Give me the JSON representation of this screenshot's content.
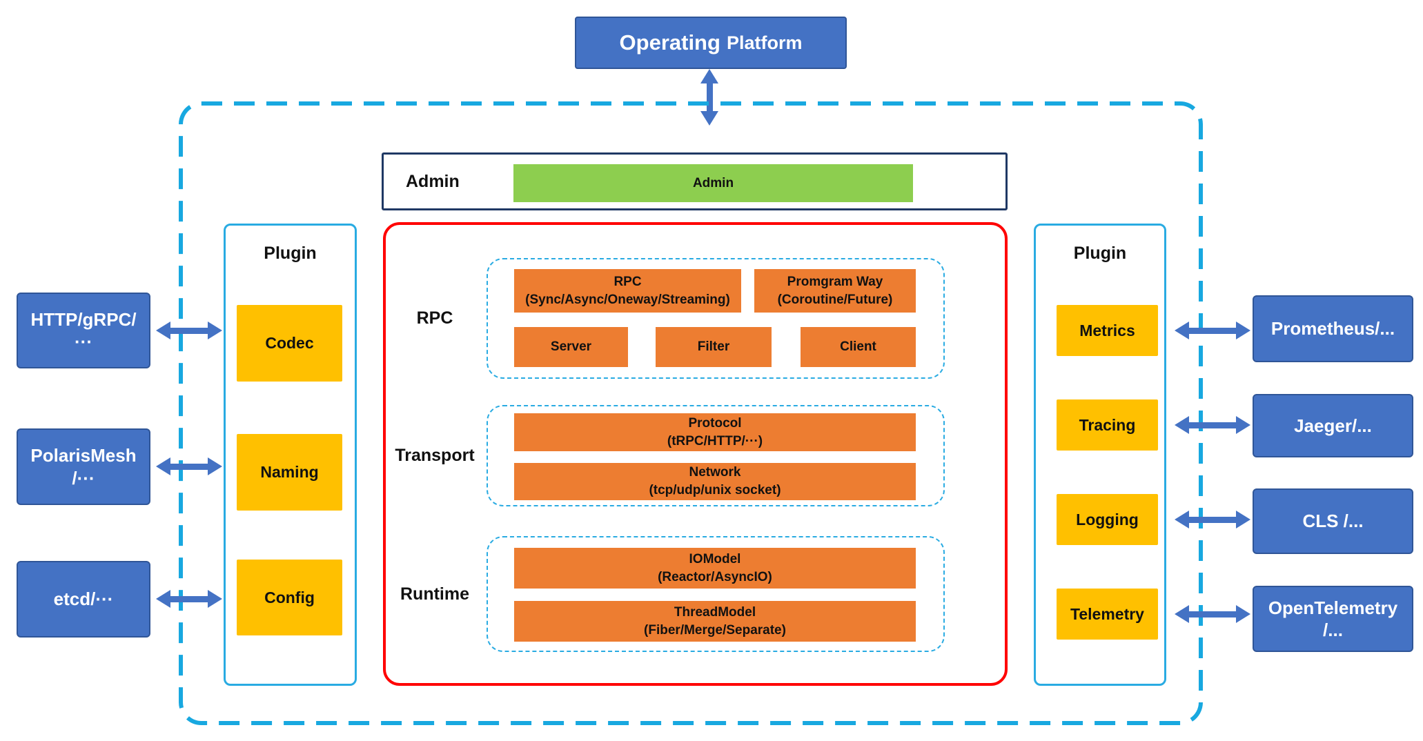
{
  "operating_platform": {
    "word1": "Operating",
    "word2": "Platform"
  },
  "admin": {
    "label": "Admin",
    "bar_label": "Admin"
  },
  "left_plugin": {
    "title": "Plugin",
    "items": [
      "Codec",
      "Naming",
      "Config"
    ]
  },
  "right_plugin": {
    "title": "Plugin",
    "items": [
      "Metrics",
      "Tracing",
      "Logging",
      "Telemetry"
    ]
  },
  "core": {
    "rpc": {
      "label": "RPC",
      "box_rpc": {
        "title": "RPC",
        "subtitle": "(Sync/Async/Oneway/Streaming)"
      },
      "box_program_way": {
        "title": "Promgram Way",
        "subtitle": "(Coroutine/Future)"
      },
      "box_server": "Server",
      "box_filter": "Filter",
      "box_client": "Client"
    },
    "transport": {
      "label": "Transport",
      "box_protocol": {
        "title": "Protocol",
        "subtitle": "(tRPC/HTTP/···)"
      },
      "box_network": {
        "title": "Network",
        "subtitle": "(tcp/udp/unix socket)"
      }
    },
    "runtime": {
      "label": "Runtime",
      "box_iomodel": {
        "title": "IOModel",
        "subtitle": "(Reactor/AsyncIO)"
      },
      "box_threadmodel": {
        "title": "ThreadModel",
        "subtitle": "(Fiber/Merge/Separate)"
      }
    }
  },
  "left_external": [
    {
      "lines": [
        "HTTP/gRPC/",
        "···"
      ]
    },
    {
      "lines": [
        "PolarisMesh",
        "/···"
      ]
    },
    {
      "lines": [
        "etcd/···"
      ]
    }
  ],
  "right_external": [
    {
      "lines": [
        "Prometheus/..."
      ]
    },
    {
      "lines": [
        "Jaeger/..."
      ]
    },
    {
      "lines": [
        "CLS /..."
      ]
    },
    {
      "lines": [
        "OpenTelemetry",
        "/..."
      ]
    }
  ],
  "colors": {
    "blue_box": "#4472C4",
    "blue_box_border": "#2F5597",
    "green_bar": "#8DCE4F",
    "yellow_box": "#FFC000",
    "orange_box": "#ED7D31",
    "red_border": "#FF0000",
    "cyan_border": "#29ABE2",
    "dashed_boundary": "#18A8E0",
    "admin_border": "#1F3864",
    "arrow": "#4472C4"
  }
}
